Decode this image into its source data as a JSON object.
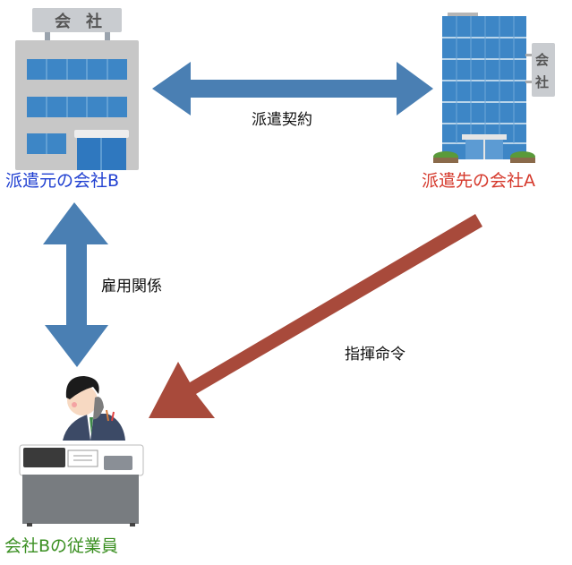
{
  "title": "派遣の三者関係図",
  "nodes": {
    "company_b": {
      "label": "派遣元の会社B",
      "sign": [
        "会",
        "社"
      ],
      "color": "#1f3fd1"
    },
    "company_a": {
      "label": "派遣先の会社A",
      "sign": [
        "会",
        "社"
      ],
      "color": "#d5382b"
    },
    "employee": {
      "label": "会社Bの従業員",
      "color": "#3a8f21"
    }
  },
  "edges": {
    "dispatch_contract": {
      "label": "派遣契約",
      "from": "company_b",
      "to": "company_a",
      "direction": "both",
      "color": "#4a7fb3"
    },
    "employment": {
      "label": "雇用関係",
      "from": "company_b",
      "to": "employee",
      "direction": "both",
      "color": "#4a7fb3"
    },
    "command": {
      "label": "指揮命令",
      "from": "company_a",
      "to": "employee",
      "direction": "forward",
      "color": "#a84a3b"
    }
  }
}
